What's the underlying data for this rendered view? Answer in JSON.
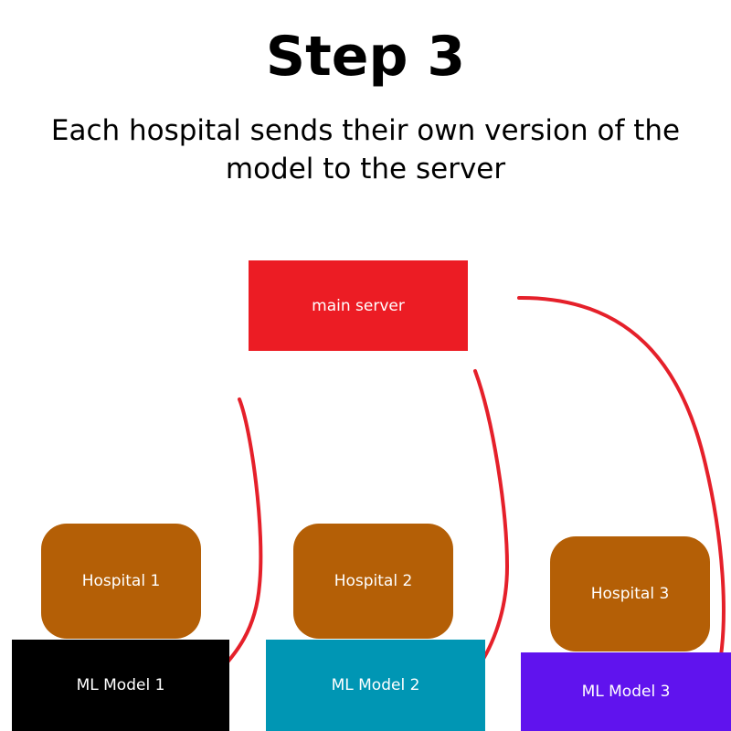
{
  "title": "Step 3",
  "subtitle": "Each hospital sends their own version of the model to the server",
  "server": {
    "label": "main server",
    "color": "#ec1c24"
  },
  "hospitals": [
    {
      "label": "Hospital 1",
      "color": "#b45f06"
    },
    {
      "label": "Hospital 2",
      "color": "#b45f06"
    },
    {
      "label": "Hospital 3",
      "color": "#b45f06"
    }
  ],
  "models": [
    {
      "label": "ML Model 1",
      "color": "#000000"
    },
    {
      "label": "ML Model 2",
      "color": "#0096b4"
    },
    {
      "label": "ML Model 3",
      "color": "#6013ee"
    }
  ],
  "arrow_color": "#e5202a"
}
